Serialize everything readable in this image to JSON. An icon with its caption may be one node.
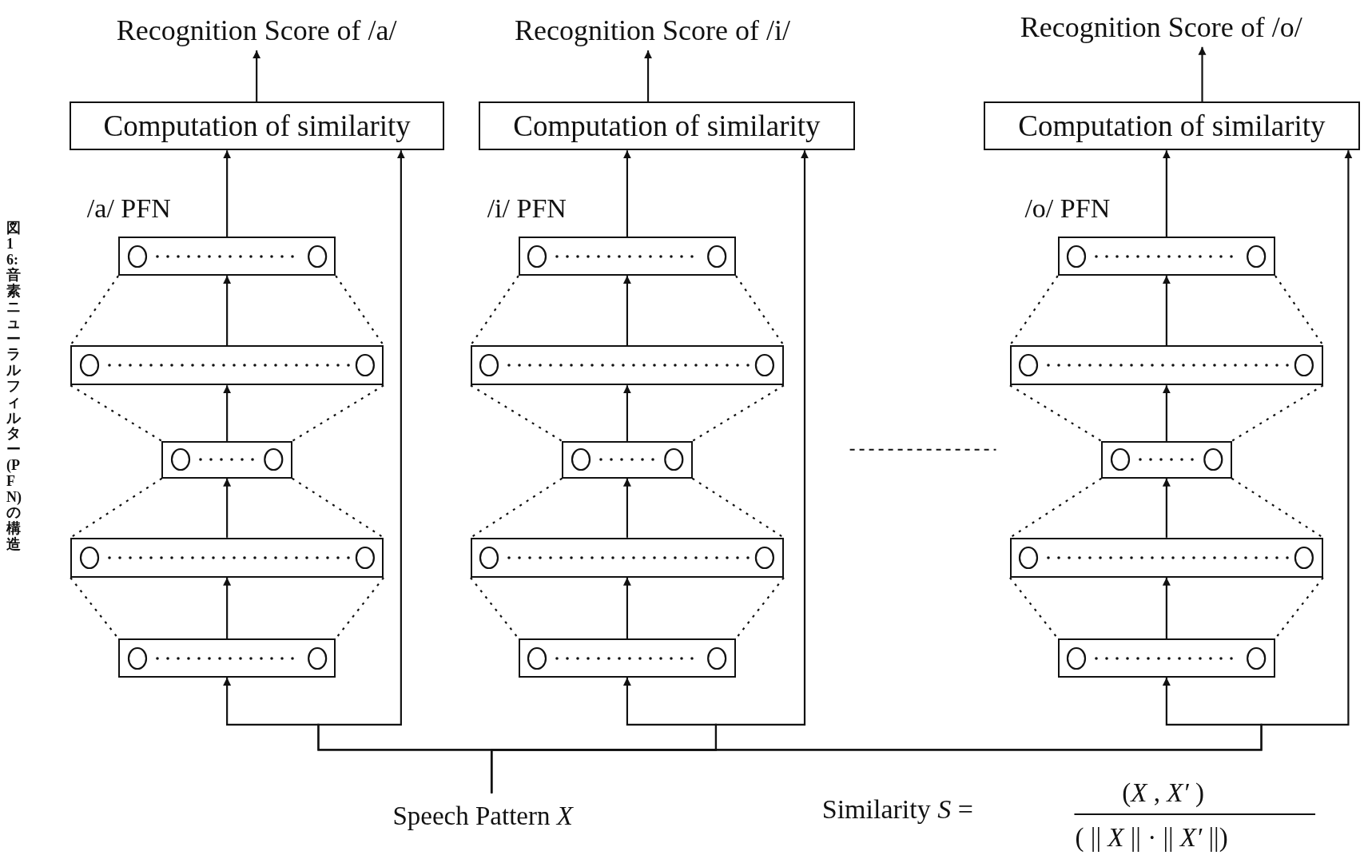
{
  "diagram": {
    "caption": "図 16: 音素ニューラルフィルター (PFN) の構造",
    "nodes": [
      {
        "text": [
          "Recognition Score of /a/"
        ]
      },
      {
        "text": [
          "Computation of similarity"
        ]
      },
      {
        "text": [],
        "shape": "bar"
      },
      {
        "text": [],
        "shape": "bar"
      },
      {
        "text": [],
        "shape": "bar"
      },
      {
        "text": [],
        "shape": "bar"
      },
      {
        "text": [],
        "shape": "bar"
      },
      {
        "text": [
          "Recognition Score of /i/"
        ]
      },
      {
        "text": [
          "Computation of similarity"
        ]
      },
      {
        "text": [],
        "shape": "bar"
      },
      {
        "text": [],
        "shape": "bar"
      },
      {
        "text": [],
        "shape": "bar"
      },
      {
        "text": [],
        "shape": "bar"
      },
      {
        "text": [],
        "shape": "bar"
      },
      {
        "text": [
          "Recognition Score of /o/"
        ]
      },
      {
        "text": [
          "Computation of similarity"
        ]
      },
      {
        "text": [],
        "shape": "bar"
      },
      {
        "text": [],
        "shape": "bar"
      },
      {
        "text": [],
        "shape": "bar"
      },
      {
        "text": [],
        "shape": "bar"
      },
      {
        "text": [],
        "shape": "bar"
      },
      {
        "text": [
          "Speech Pattern *X*"
        ]
      }
    ],
    "edges": [
      {
        "from": 1,
        "to": 0,
        "arrow": "to"
      },
      {
        "from": 2,
        "to": 1,
        "arrow": "to"
      },
      {
        "from": 3,
        "to": 2,
        "arrow": "to"
      },
      {
        "from": 4,
        "to": 3,
        "arrow": "to"
      },
      {
        "from": 5,
        "to": 4,
        "arrow": "to"
      },
      {
        "from": 6,
        "to": 5,
        "arrow": "to"
      },
      {
        "from": 2,
        "to": 3,
        "arrow": "none",
        "style": "dashed"
      },
      {
        "from": 2,
        "to": 3,
        "arrow": "none",
        "style": "dashed"
      },
      {
        "from": 3,
        "to": 4,
        "arrow": "none",
        "style": "dashed"
      },
      {
        "from": 3,
        "to": 4,
        "arrow": "none",
        "style": "dashed"
      },
      {
        "from": 4,
        "to": 5,
        "arrow": "none",
        "style": "dashed"
      },
      {
        "from": 4,
        "to": 5,
        "arrow": "none",
        "style": "dashed"
      },
      {
        "from": 5,
        "to": 6,
        "arrow": "none",
        "style": "dashed"
      },
      {
        "from": 5,
        "to": 6,
        "arrow": "none",
        "style": "dashed"
      },
      {
        "from": 21,
        "to": 6,
        "arrow": "to"
      },
      {
        "from": 21,
        "to": 1,
        "arrow": "to"
      },
      {
        "from": 8,
        "to": 7,
        "arrow": "to"
      },
      {
        "from": 9,
        "to": 8,
        "arrow": "to"
      },
      {
        "from": 10,
        "to": 9,
        "arrow": "to"
      },
      {
        "from": 11,
        "to": 10,
        "arrow": "to"
      },
      {
        "from": 12,
        "to": 11,
        "arrow": "to"
      },
      {
        "from": 13,
        "to": 12,
        "arrow": "to"
      },
      {
        "from": 9,
        "to": 10,
        "arrow": "none",
        "style": "dashed"
      },
      {
        "from": 9,
        "to": 10,
        "arrow": "none",
        "style": "dashed"
      },
      {
        "from": 10,
        "to": 11,
        "arrow": "none",
        "style": "dashed"
      },
      {
        "from": 10,
        "to": 11,
        "arrow": "none",
        "style": "dashed"
      },
      {
        "from": 11,
        "to": 12,
        "arrow": "none",
        "style": "dashed"
      },
      {
        "from": 11,
        "to": 12,
        "arrow": "none",
        "style": "dashed"
      },
      {
        "from": 12,
        "to": 13,
        "arrow": "none",
        "style": "dashed"
      },
      {
        "from": 12,
        "to": 13,
        "arrow": "none",
        "style": "dashed"
      },
      {
        "from": 21,
        "to": 13,
        "arrow": "to"
      },
      {
        "from": 21,
        "to": 8,
        "arrow": "to"
      },
      {
        "from": 15,
        "to": 14,
        "arrow": "to"
      },
      {
        "from": 16,
        "to": 15,
        "arrow": "to"
      },
      {
        "from": 17,
        "to": 16,
        "arrow": "to"
      },
      {
        "from": 18,
        "to": 17,
        "arrow": "to"
      },
      {
        "from": 19,
        "to": 18,
        "arrow": "to"
      },
      {
        "from": 20,
        "to": 19,
        "arrow": "to"
      },
      {
        "from": 16,
        "to": 17,
        "arrow": "none",
        "style": "dashed"
      },
      {
        "from": 16,
        "to": 17,
        "arrow": "none",
        "style": "dashed"
      },
      {
        "from": 17,
        "to": 18,
        "arrow": "none",
        "style": "dashed"
      },
      {
        "from": 17,
        "to": 18,
        "arrow": "none",
        "style": "dashed"
      },
      {
        "from": 18,
        "to": 19,
        "arrow": "none",
        "style": "dashed"
      },
      {
        "from": 18,
        "to": 19,
        "arrow": "none",
        "style": "dashed"
      },
      {
        "from": 19,
        "to": 20,
        "arrow": "none",
        "style": "dashed"
      },
      {
        "from": 19,
        "to": 20,
        "arrow": "none",
        "style": "dashed"
      },
      {
        "from": 21,
        "to": 20,
        "arrow": "to"
      },
      {
        "from": 21,
        "to": 15,
        "arrow": "to"
      }
    ],
    "labels": [
      "/a/ PFN",
      "/i/ PFN",
      "/o/ PFN",
      "Similarity *S* =",
      "(*X* , *X′* )",
      "( || *X* || · || *X′* ||)"
    ]
  }
}
